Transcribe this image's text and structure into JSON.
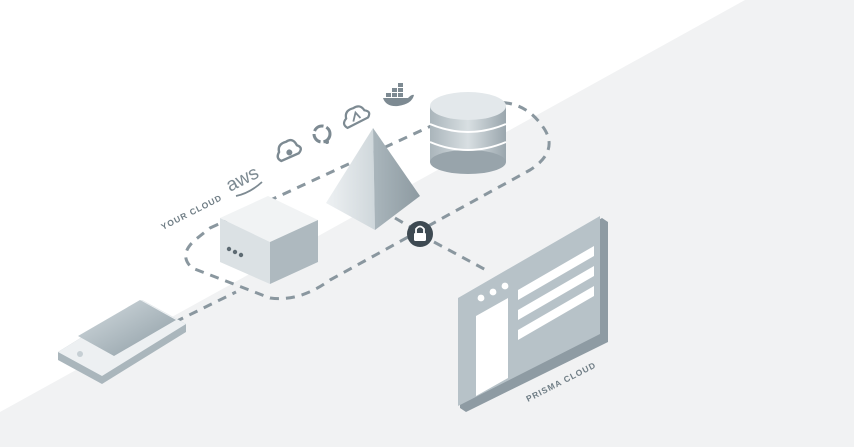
{
  "labels": {
    "your_cloud": "YOUR CLOUD",
    "aws": "aws",
    "prisma_cloud": "PRISMA CLOUD"
  },
  "icons": [
    "aws-logo",
    "google-cloud-icon",
    "openshift-icon",
    "azure-cloud-icon",
    "docker-icon",
    "lock-icon"
  ],
  "colors": {
    "background_light": "#f1f2f3",
    "connector_dash": "#8a979f",
    "device_face": "#dfe4e7",
    "device_side": "#aeb9bf",
    "lock_badge": "#3e4a52"
  }
}
